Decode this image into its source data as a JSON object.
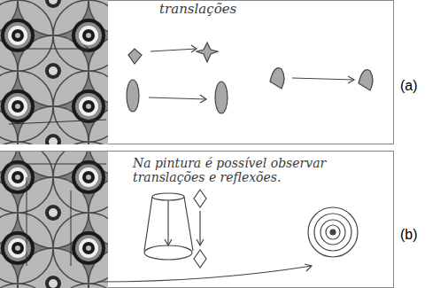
{
  "diagram": {
    "labels": [
      "translações",
      "Na pintura é possível observar translações e reflexões.",
      "(a)",
      "(b)"
    ]
  }
}
